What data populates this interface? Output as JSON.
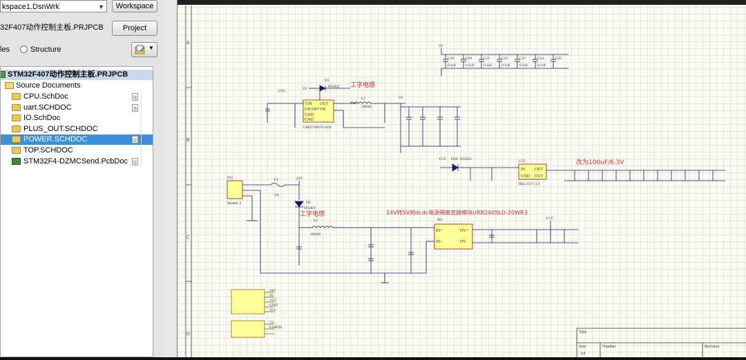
{
  "left_panel": {
    "workspace_combo": "kspace1.DsnWrk",
    "workspace_button": "Workspace",
    "project_name": "32F407动作控制主板.PRJPCB",
    "project_button": "Project",
    "mode_files": "les",
    "mode_structure": "Structure",
    "tree": {
      "project": "STM32F407动作控制主板.PRJPCB",
      "folder": "Source Documents",
      "items": [
        "CPU.SchDoc",
        "uart.SCHDOC",
        "IO.SchDoc",
        "PLUS_OUT.SCHDOC",
        "POWER.SCHDOC",
        "TOP.SCHDOC",
        "STM32F4-DZMCSend.PcbDoc"
      ]
    }
  },
  "sheet": {
    "zones": [
      "A",
      "B",
      "C",
      "D"
    ],
    "annotations": {
      "inductor1": "工字电感",
      "inductor2": "工字电感",
      "cap_note": "改为100uF/6.3V",
      "module_note": "24V转5V的dcdc电源隔离变换模块URB2405LD-20WR3"
    },
    "parts": {
      "u52": "U52",
      "lm": "LM2576D2T-ADJ",
      "d1": "D1",
      "in5822": "IN5822",
      "l1": "L1",
      "l1v": "100uH",
      "u53": "U53",
      "reg": "REG1117-3.3",
      "d50": "D50",
      "p15": "P15",
      "header": "Header 3",
      "f1": "F1",
      "f1v": "2A",
      "d2": "D2",
      "in5401": "1N5401",
      "l2": "L2",
      "l2v": "100uH",
      "m1": "M1",
      "vcc": "VCC",
      "v5": "5V",
      "v24": "24V",
      "v6": "6V",
      "title": "Title",
      "size": "Size",
      "number": "Number",
      "revision": "Revision",
      "a4": "A4"
    },
    "cap_values": [
      "0.1uF",
      "0.1uF",
      "0.1uF",
      "0.1uF",
      "0.1uF",
      "0.1uF"
    ],
    "cap_names": [
      "C19",
      "C20",
      "C21",
      "C22",
      "C23",
      "C24",
      "C25"
    ],
    "pin_labels": [
      "24V",
      "0V",
      "VCC",
      "GND",
      "3V3",
      "5V",
      "EARTH"
    ],
    "colors": {
      "wire": "#1a1a66",
      "accent": "#c0392b",
      "sheet": "#fbfbf3",
      "selection": "#3d8fd8"
    }
  }
}
